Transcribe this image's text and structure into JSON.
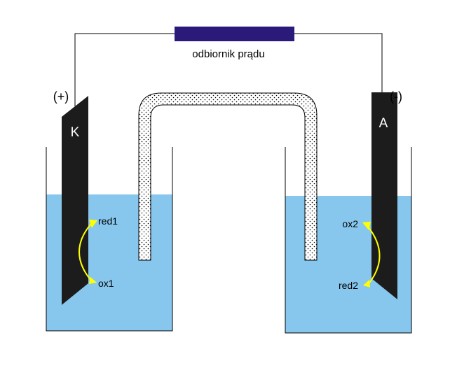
{
  "load_label": "odbiornik prądu",
  "left_cell": {
    "polarity": "(+)",
    "electrode": "K",
    "upper_species": "red1",
    "lower_species": "ox1"
  },
  "right_cell": {
    "polarity": "(-)",
    "electrode": "A",
    "upper_species": "ox2",
    "lower_species": "red2"
  },
  "colors": {
    "electrolyte": "#87c7ee",
    "electrode": "#1c1c1c",
    "load": "#2b1a7a",
    "arrow": "#ffff00",
    "wire": "#000000"
  }
}
